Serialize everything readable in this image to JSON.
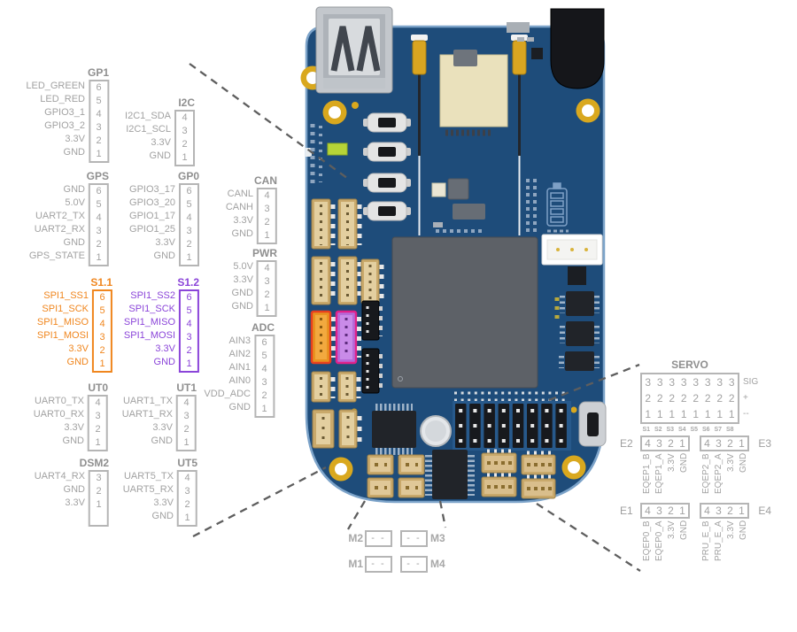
{
  "colors": {
    "board_blue": "#1E4C7A",
    "board_edge": "#7CA3C9",
    "annotation_gray": "#A2A2A2",
    "annotation_border": "#B5B5B5",
    "s11_accent": "#F0861E",
    "s12_accent": "#8B45D9",
    "s11_connector_outline": "#E8401E",
    "s12_connector_outline": "#E0218A",
    "connector_tan": "#C9A96B",
    "gold": "#D9A81E",
    "led_green": "#B6D437"
  },
  "tables": {
    "gp1": {
      "header": "GP1",
      "rows": [
        {
          "label": "LED_GREEN",
          "pin": "6"
        },
        {
          "label": "LED_RED",
          "pin": "5"
        },
        {
          "label": "GPIO3_1",
          "pin": "4"
        },
        {
          "label": "GPIO3_2",
          "pin": "3"
        },
        {
          "label": "3.3V",
          "pin": "2"
        },
        {
          "label": "GND",
          "pin": "1"
        }
      ]
    },
    "i2c": {
      "header": "I2C",
      "rows": [
        {
          "label": "I2C1_SDA",
          "pin": "4"
        },
        {
          "label": "I2C1_SCL",
          "pin": "3"
        },
        {
          "label": "3.3V",
          "pin": "2"
        },
        {
          "label": "GND",
          "pin": "1"
        }
      ]
    },
    "gps": {
      "header": "GPS",
      "rows": [
        {
          "label": "GND",
          "pin": "6"
        },
        {
          "label": "5.0V",
          "pin": "5"
        },
        {
          "label": "UART2_TX",
          "pin": "4"
        },
        {
          "label": "UART2_RX",
          "pin": "3"
        },
        {
          "label": "GND",
          "pin": "2"
        },
        {
          "label": "GPS_STATE",
          "pin": "1"
        }
      ]
    },
    "gp0": {
      "header": "GP0",
      "rows": [
        {
          "label": "GPIO3_17",
          "pin": "6"
        },
        {
          "label": "GPIO3_20",
          "pin": "5"
        },
        {
          "label": "GPIO1_17",
          "pin": "4"
        },
        {
          "label": "GPIO1_25",
          "pin": "3"
        },
        {
          "label": "3.3V",
          "pin": "2"
        },
        {
          "label": "GND",
          "pin": "1"
        }
      ]
    },
    "can": {
      "header": "CAN",
      "rows": [
        {
          "label": "CANL",
          "pin": "4"
        },
        {
          "label": "CANH",
          "pin": "3"
        },
        {
          "label": "3.3V",
          "pin": "2"
        },
        {
          "label": "GND",
          "pin": "1"
        }
      ]
    },
    "pwr": {
      "header": "PWR",
      "rows": [
        {
          "label": "5.0V",
          "pin": "4"
        },
        {
          "label": "3.3V",
          "pin": "3"
        },
        {
          "label": "GND",
          "pin": "2"
        },
        {
          "label": "GND",
          "pin": "1"
        }
      ]
    },
    "s11": {
      "header": "S1.1",
      "rows": [
        {
          "label": "SPI1_SS1",
          "pin": "6"
        },
        {
          "label": "SPI1_SCK",
          "pin": "5"
        },
        {
          "label": "SPI1_MISO",
          "pin": "4"
        },
        {
          "label": "SPI1_MOSI",
          "pin": "3"
        },
        {
          "label": "3.3V",
          "pin": "2"
        },
        {
          "label": "GND",
          "pin": "1"
        }
      ]
    },
    "s12": {
      "header": "S1.2",
      "rows": [
        {
          "label": "SPI1_SS2",
          "pin": "6"
        },
        {
          "label": "SPI1_SCK",
          "pin": "5"
        },
        {
          "label": "SPI1_MISO",
          "pin": "4"
        },
        {
          "label": "SPI1_MOSI",
          "pin": "3"
        },
        {
          "label": "3.3V",
          "pin": "2"
        },
        {
          "label": "GND",
          "pin": "1"
        }
      ]
    },
    "adc": {
      "header": "ADC",
      "rows": [
        {
          "label": "AIN3",
          "pin": "6"
        },
        {
          "label": "AIN2",
          "pin": "5"
        },
        {
          "label": "AIN1",
          "pin": "4"
        },
        {
          "label": "AIN0",
          "pin": "3"
        },
        {
          "label": "VDD_ADC",
          "pin": "2"
        },
        {
          "label": "GND",
          "pin": "1"
        }
      ]
    },
    "ut0": {
      "header": "UT0",
      "rows": [
        {
          "label": "UART0_TX",
          "pin": "4"
        },
        {
          "label": "UART0_RX",
          "pin": "3"
        },
        {
          "label": "3.3V",
          "pin": "2"
        },
        {
          "label": "GND",
          "pin": "1"
        }
      ]
    },
    "ut1": {
      "header": "UT1",
      "rows": [
        {
          "label": "UART1_TX",
          "pin": "4"
        },
        {
          "label": "UART1_RX",
          "pin": "3"
        },
        {
          "label": "3.3V",
          "pin": "2"
        },
        {
          "label": "GND",
          "pin": "1"
        }
      ]
    },
    "dsm2": {
      "header": "DSM2",
      "rows": [
        {
          "label": "UART4_RX",
          "pin": "3"
        },
        {
          "label": "GND",
          "pin": "2"
        },
        {
          "label": "3.3V",
          "pin": "1"
        }
      ]
    },
    "ut5": {
      "header": "UT5",
      "rows": [
        {
          "label": "UART5_TX",
          "pin": "4"
        },
        {
          "label": "UART5_RX",
          "pin": "3"
        },
        {
          "label": "3.3V",
          "pin": "2"
        },
        {
          "label": "GND",
          "pin": "1"
        }
      ]
    }
  },
  "servo": {
    "title": "SERVO",
    "rows": [
      {
        "digit": "3",
        "label": "SIG"
      },
      {
        "digit": "2",
        "label": "+"
      },
      {
        "digit": "1",
        "label": "--"
      }
    ],
    "channels": [
      "S1",
      "S2",
      "S3",
      "S4",
      "S5",
      "S6",
      "S7",
      "S8"
    ]
  },
  "motors": {
    "pin_text": "- -",
    "labels": {
      "m1": "M1",
      "m2": "M2",
      "m3": "M3",
      "m4": "M4"
    }
  },
  "encoders": {
    "e2": {
      "label": "E2",
      "pins": [
        "4",
        "3",
        "2",
        "1"
      ],
      "signals": [
        "EQEP1_B",
        "EQEP1_A",
        "3.3V",
        "GND"
      ]
    },
    "e3": {
      "label": "E3",
      "pins": [
        "4",
        "3",
        "2",
        "1"
      ],
      "signals": [
        "EQEP2_B",
        "EQEP2_A",
        "3.3V",
        "GND"
      ]
    },
    "e1": {
      "label": "E1",
      "pins": [
        "4",
        "3",
        "2",
        "1"
      ],
      "signals": [
        "EQEP0_B",
        "EQEP0_A",
        "3.3V",
        "GND"
      ]
    },
    "e4": {
      "label": "E4",
      "pins": [
        "4",
        "3",
        "2",
        "1"
      ],
      "signals": [
        "PRU_E_B",
        "PRU_E_A",
        "3.3V",
        "GND"
      ]
    }
  }
}
